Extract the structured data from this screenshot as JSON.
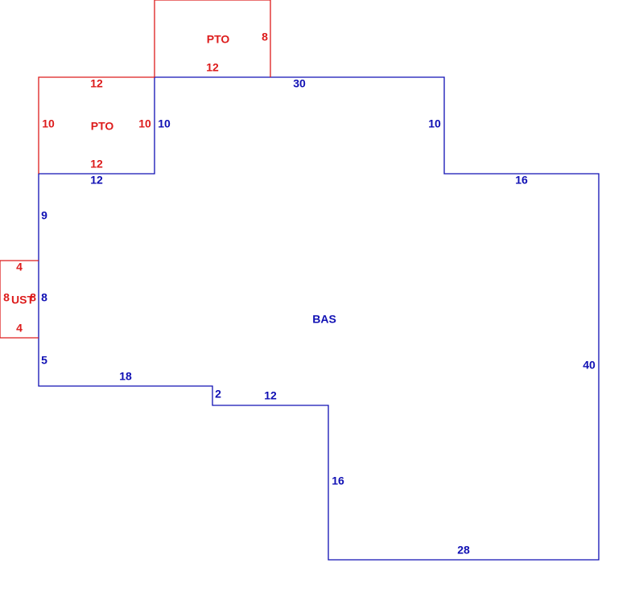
{
  "colors": {
    "addition": "#dd1c1c",
    "base": "#1010b4"
  },
  "areas": {
    "bas": {
      "name": "BAS",
      "sides": {
        "top": "30",
        "upper_right_drop": "10",
        "right_step_top": "16",
        "right": "40",
        "bottom": "28",
        "inner_vertical": "16",
        "inner_top": "12",
        "small_step": "2",
        "lower_left_top": "18",
        "left_lower": "5",
        "left_middle": "8",
        "left_upper": "9",
        "notch_bottom": "12",
        "notch_right": "10"
      }
    },
    "pto_top": {
      "name": "PTO",
      "sides": {
        "right": "8",
        "bottom": "12"
      }
    },
    "pto_left": {
      "name": "PTO",
      "sides": {
        "top": "12",
        "left": "10",
        "right": "10",
        "bottom": "12"
      }
    },
    "ust": {
      "name": "UST",
      "sides": {
        "top": "4",
        "left": "8",
        "right": "8",
        "bottom": "4"
      }
    }
  }
}
